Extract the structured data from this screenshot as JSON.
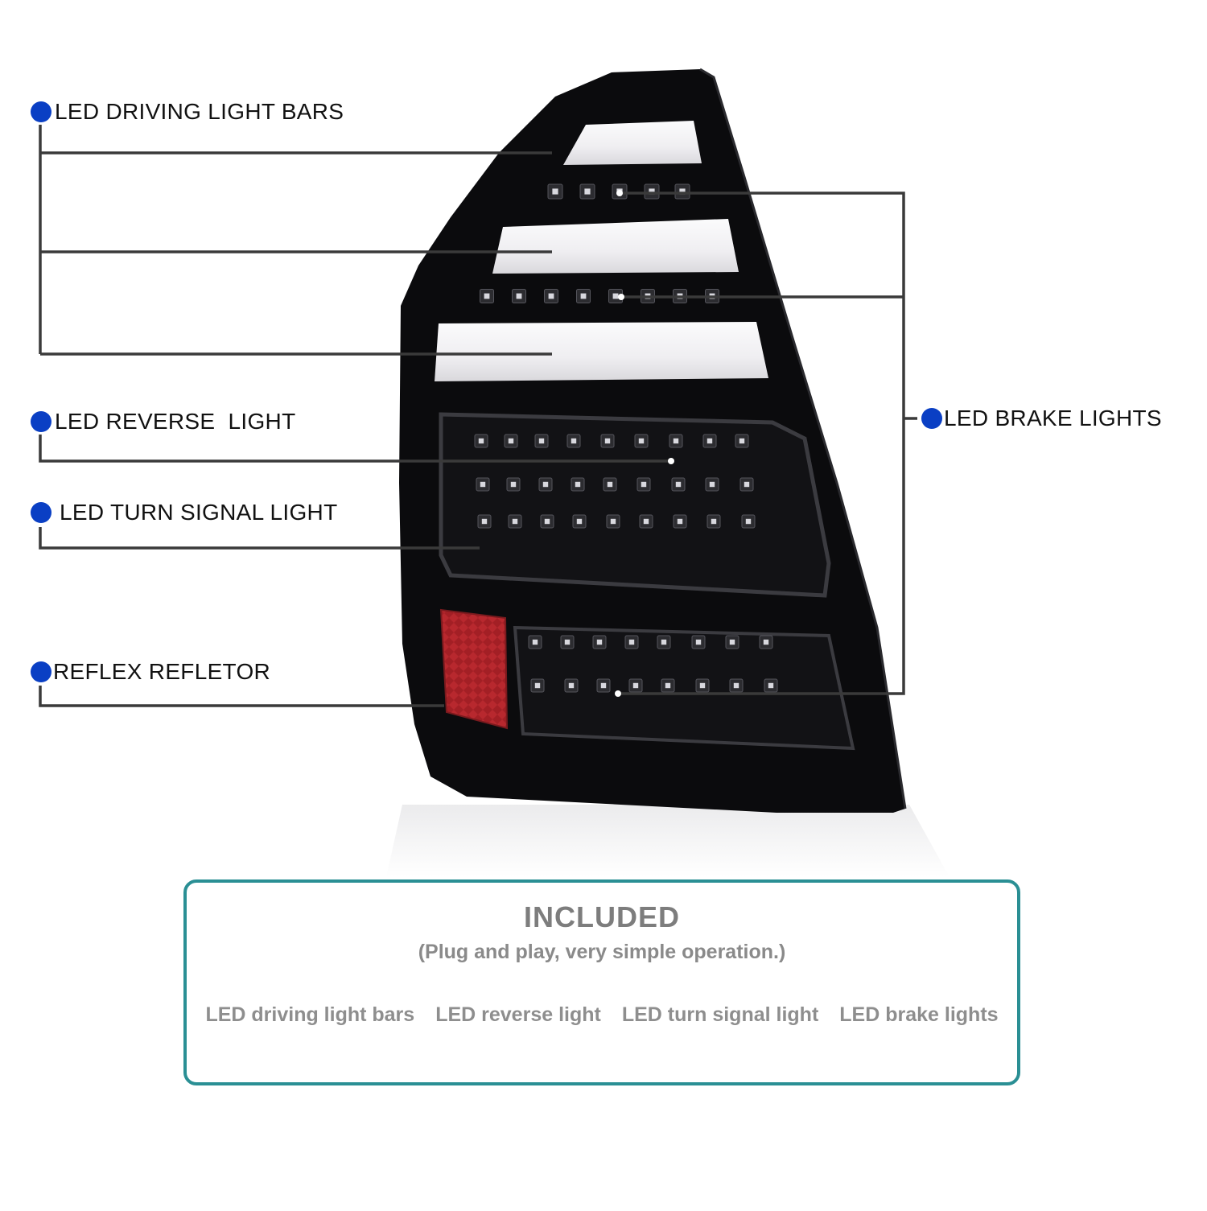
{
  "colors": {
    "dot": "#0a3fc4",
    "leader_line": "#3a3a3a",
    "housing": "#0b0b0d",
    "light_bar": "#f1f0f2",
    "reflector": "#b8282e",
    "box_border": "#2a8f94"
  },
  "callouts": {
    "driving_bars": "LED DRIVING LIGHT BARS",
    "reverse": "LED REVERSE  LIGHT",
    "turn_signal": "LED TURN SIGNAL LIGHT",
    "reflector": "REFLEX REFLETOR",
    "brake": "LED BRAKE LIGHTS"
  },
  "included": {
    "title": "INCLUDED",
    "subtitle": "(Plug and play, very simple operation.)",
    "items": [
      "LED driving light bars",
      "LED reverse light",
      "LED turn signal light",
      "LED brake lights"
    ]
  }
}
